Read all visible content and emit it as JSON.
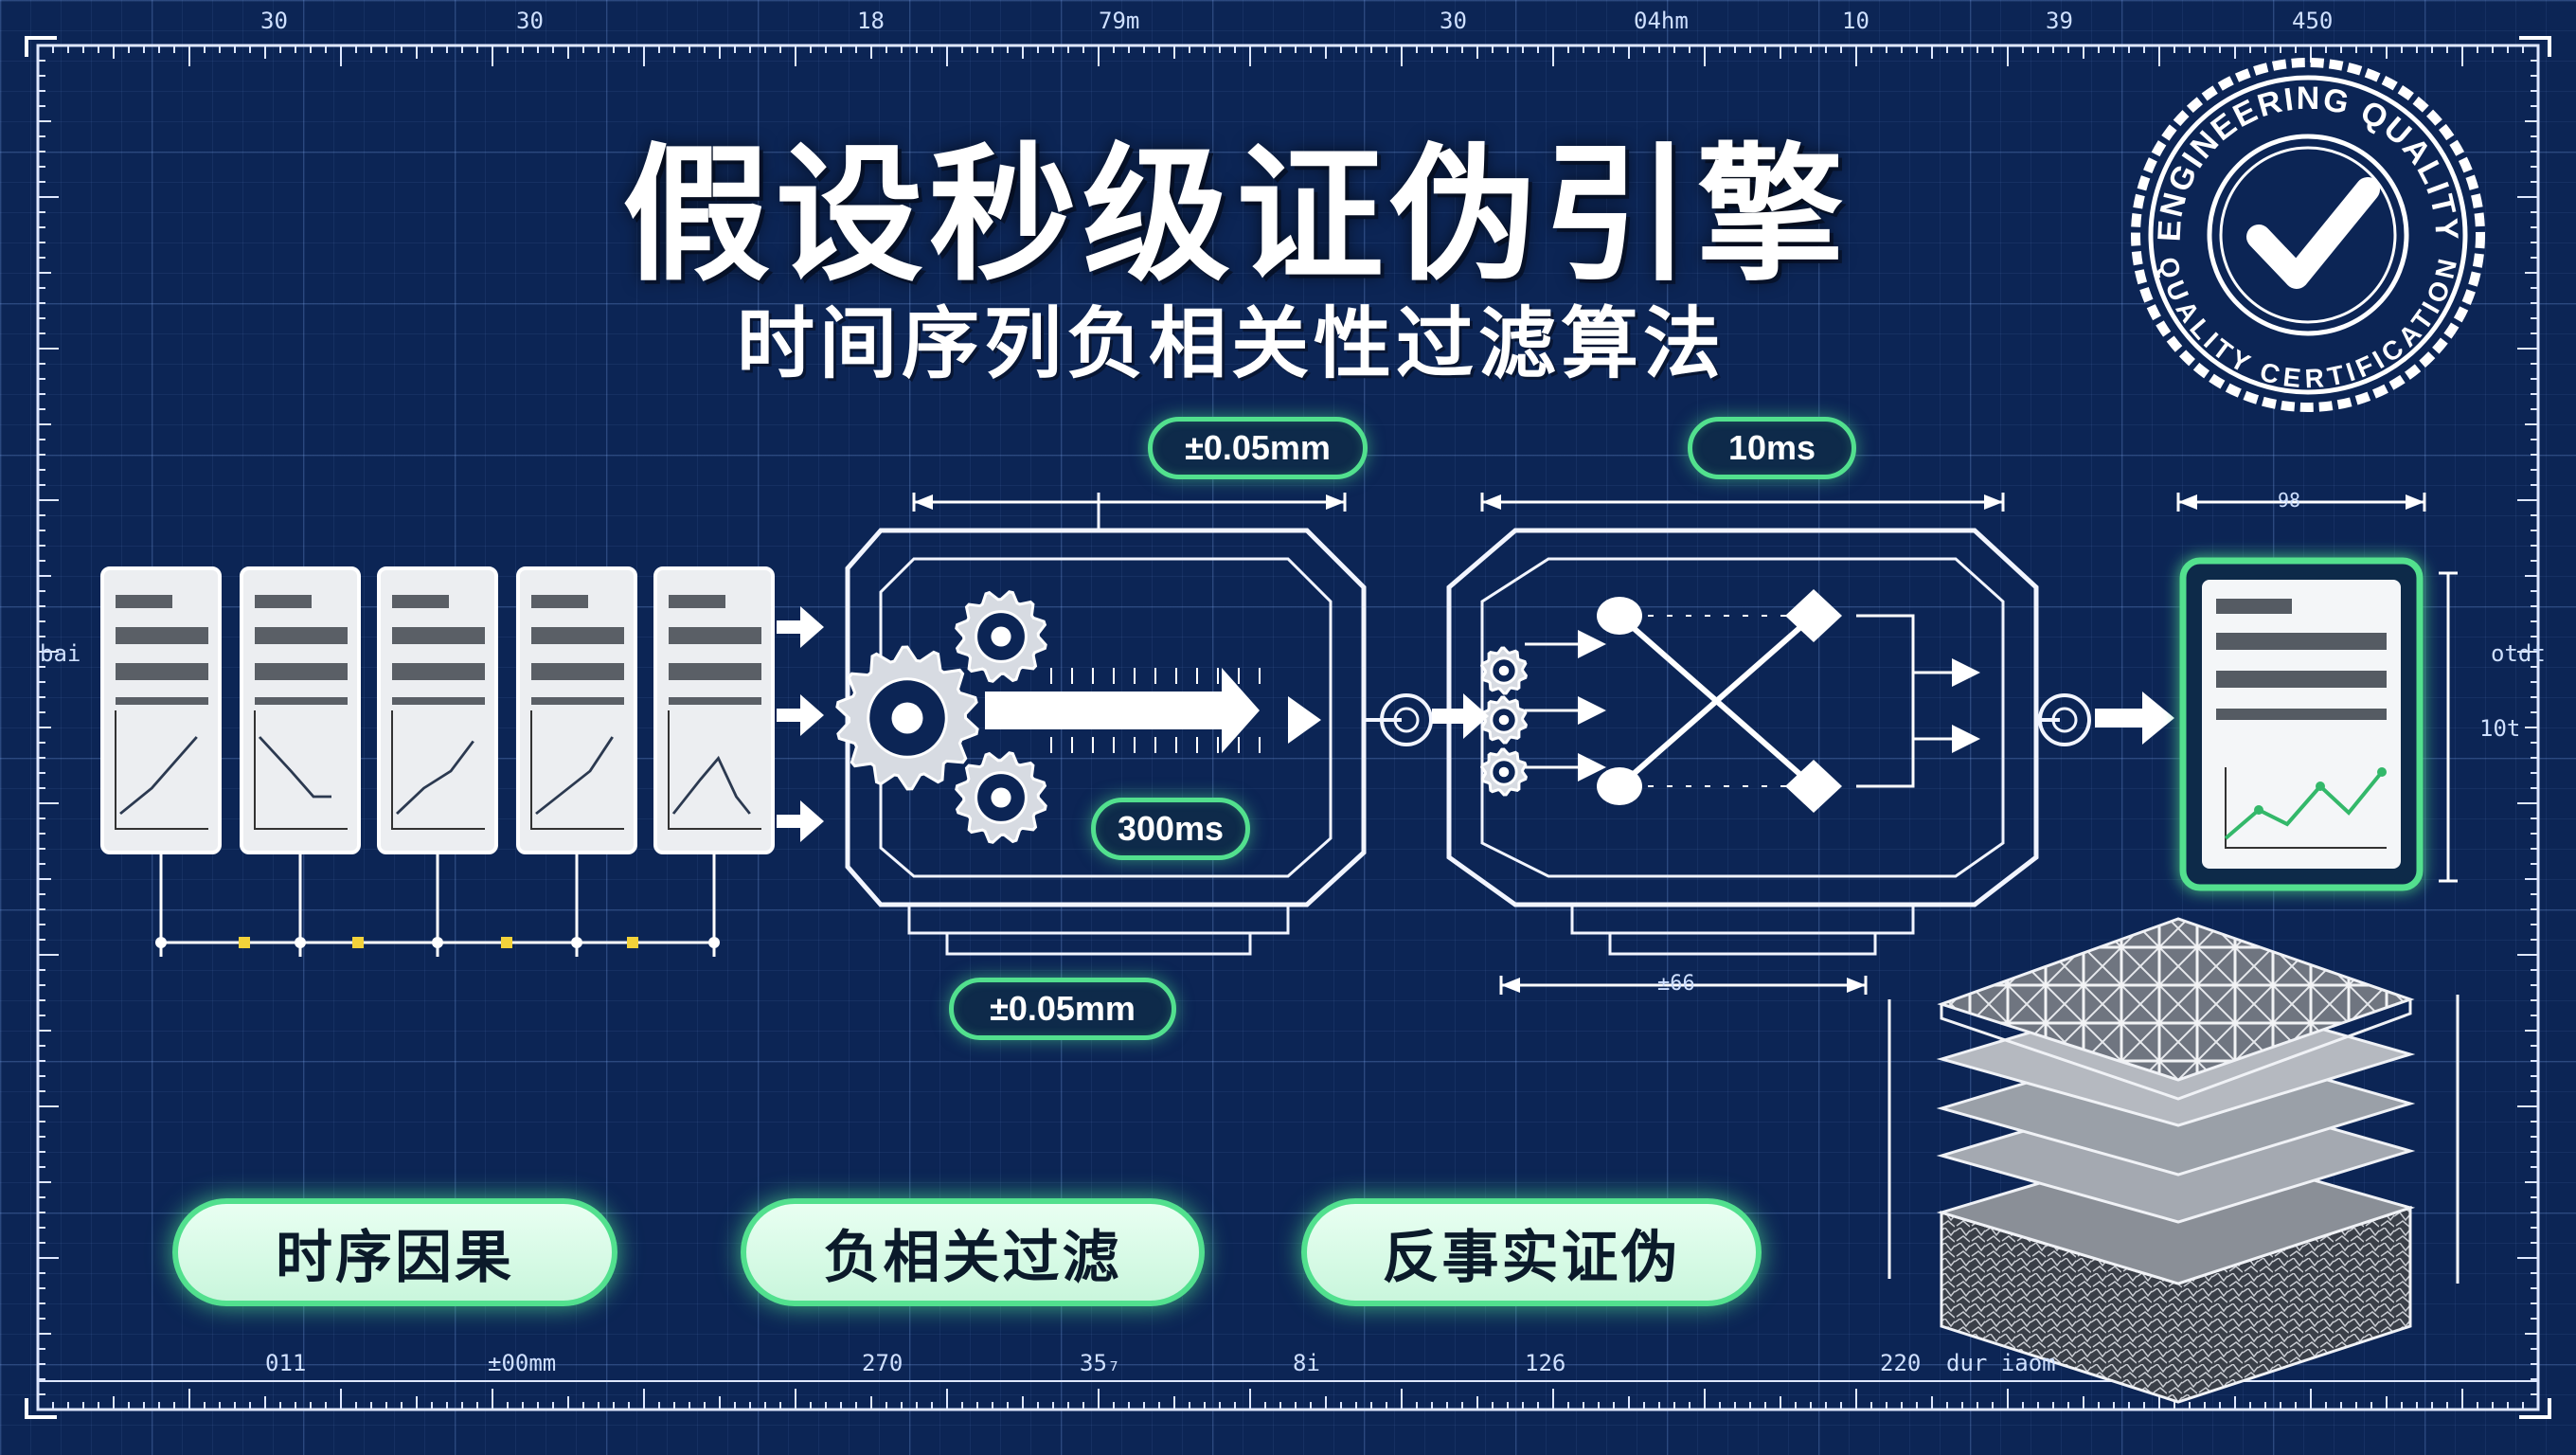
{
  "title": "假设秒级证伪引擎",
  "subtitle": "时间序列负相关性过滤算法",
  "badge": {
    "top_text": "ENGINEERING QUALITY",
    "bottom_text": "QUALITY CERTIFICATION"
  },
  "dimensions": {
    "stage1_width": "±0.05mm",
    "stage2_width": "10ms",
    "stage1_time": "300ms",
    "stage1_tolerance": "±0.05mm",
    "stage2_base": "±66",
    "output_width": "98"
  },
  "tags": [
    "时序因果",
    "负相关过滤",
    "反事实证伪"
  ],
  "ruler_top": [
    "30",
    "30",
    "18",
    "79m",
    "30",
    "04hm",
    "10",
    "39",
    "450"
  ],
  "ruler_bottom": [
    "011",
    "±00mm",
    "270",
    "35₇",
    "8i",
    "126",
    "220",
    "dur iaom"
  ],
  "side_labels": {
    "left": "bai",
    "right_top": "otdt",
    "right_mid": "10t"
  },
  "colors": {
    "background": "#0c2555",
    "accent_green": "#52e08e",
    "line": "#e8eefc"
  }
}
